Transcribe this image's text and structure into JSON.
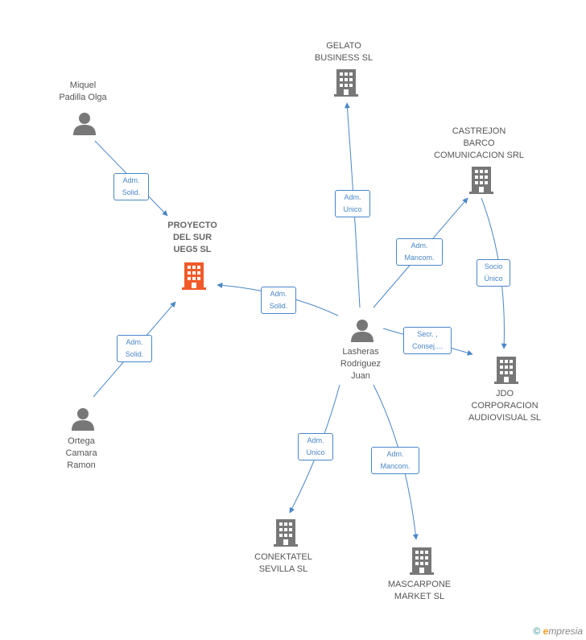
{
  "colors": {
    "edge": "#4a86c8",
    "node": "#777777",
    "focus": "#f05a28"
  },
  "nodes": {
    "gelato": {
      "label": "GELATO\nBUSINESS SL",
      "kind": "company"
    },
    "miquel": {
      "label": "Miquel\nPadilla Olga",
      "kind": "person"
    },
    "castrejon": {
      "label": "CASTREJON\nBARCO\nCOMUNICACION SRL",
      "kind": "company"
    },
    "proyecto": {
      "label": "PROYECTO\nDEL SUR\nUEG5 SL",
      "kind": "company-focus"
    },
    "lasheras": {
      "label": "Lasheras\nRodriguez\nJuan",
      "kind": "person"
    },
    "jdo": {
      "label": "JDO\nCORPORACION\nAUDIOVISUAL SL",
      "kind": "company"
    },
    "ortega": {
      "label": "Ortega\nCamara\nRamon",
      "kind": "person"
    },
    "conektatel": {
      "label": "CONEKTATEL\nSEVILLA SL",
      "kind": "company"
    },
    "mascarpone": {
      "label": "MASCARPONE\nMARKET  SL",
      "kind": "company"
    }
  },
  "edges": {
    "miquel_proyecto": "Adm.\nSolid.",
    "lasheras_gelato": "Adm.\nUnico",
    "lasheras_castrejon": "Adm.\nMancom.",
    "castrejon_jdo": "Socio\nÚnico",
    "lasheras_proyecto": "Adm.\nSolid.",
    "lasheras_jdo": "Secr. ,\nConsej....",
    "ortega_proyecto": "Adm.\nSolid.",
    "lasheras_conektatel": "Adm.\nUnico",
    "lasheras_mascarpone": "Adm.\nMancom."
  },
  "footer": {
    "copyright": "©",
    "brand_initial": "e",
    "brand_rest": "mpresia"
  }
}
